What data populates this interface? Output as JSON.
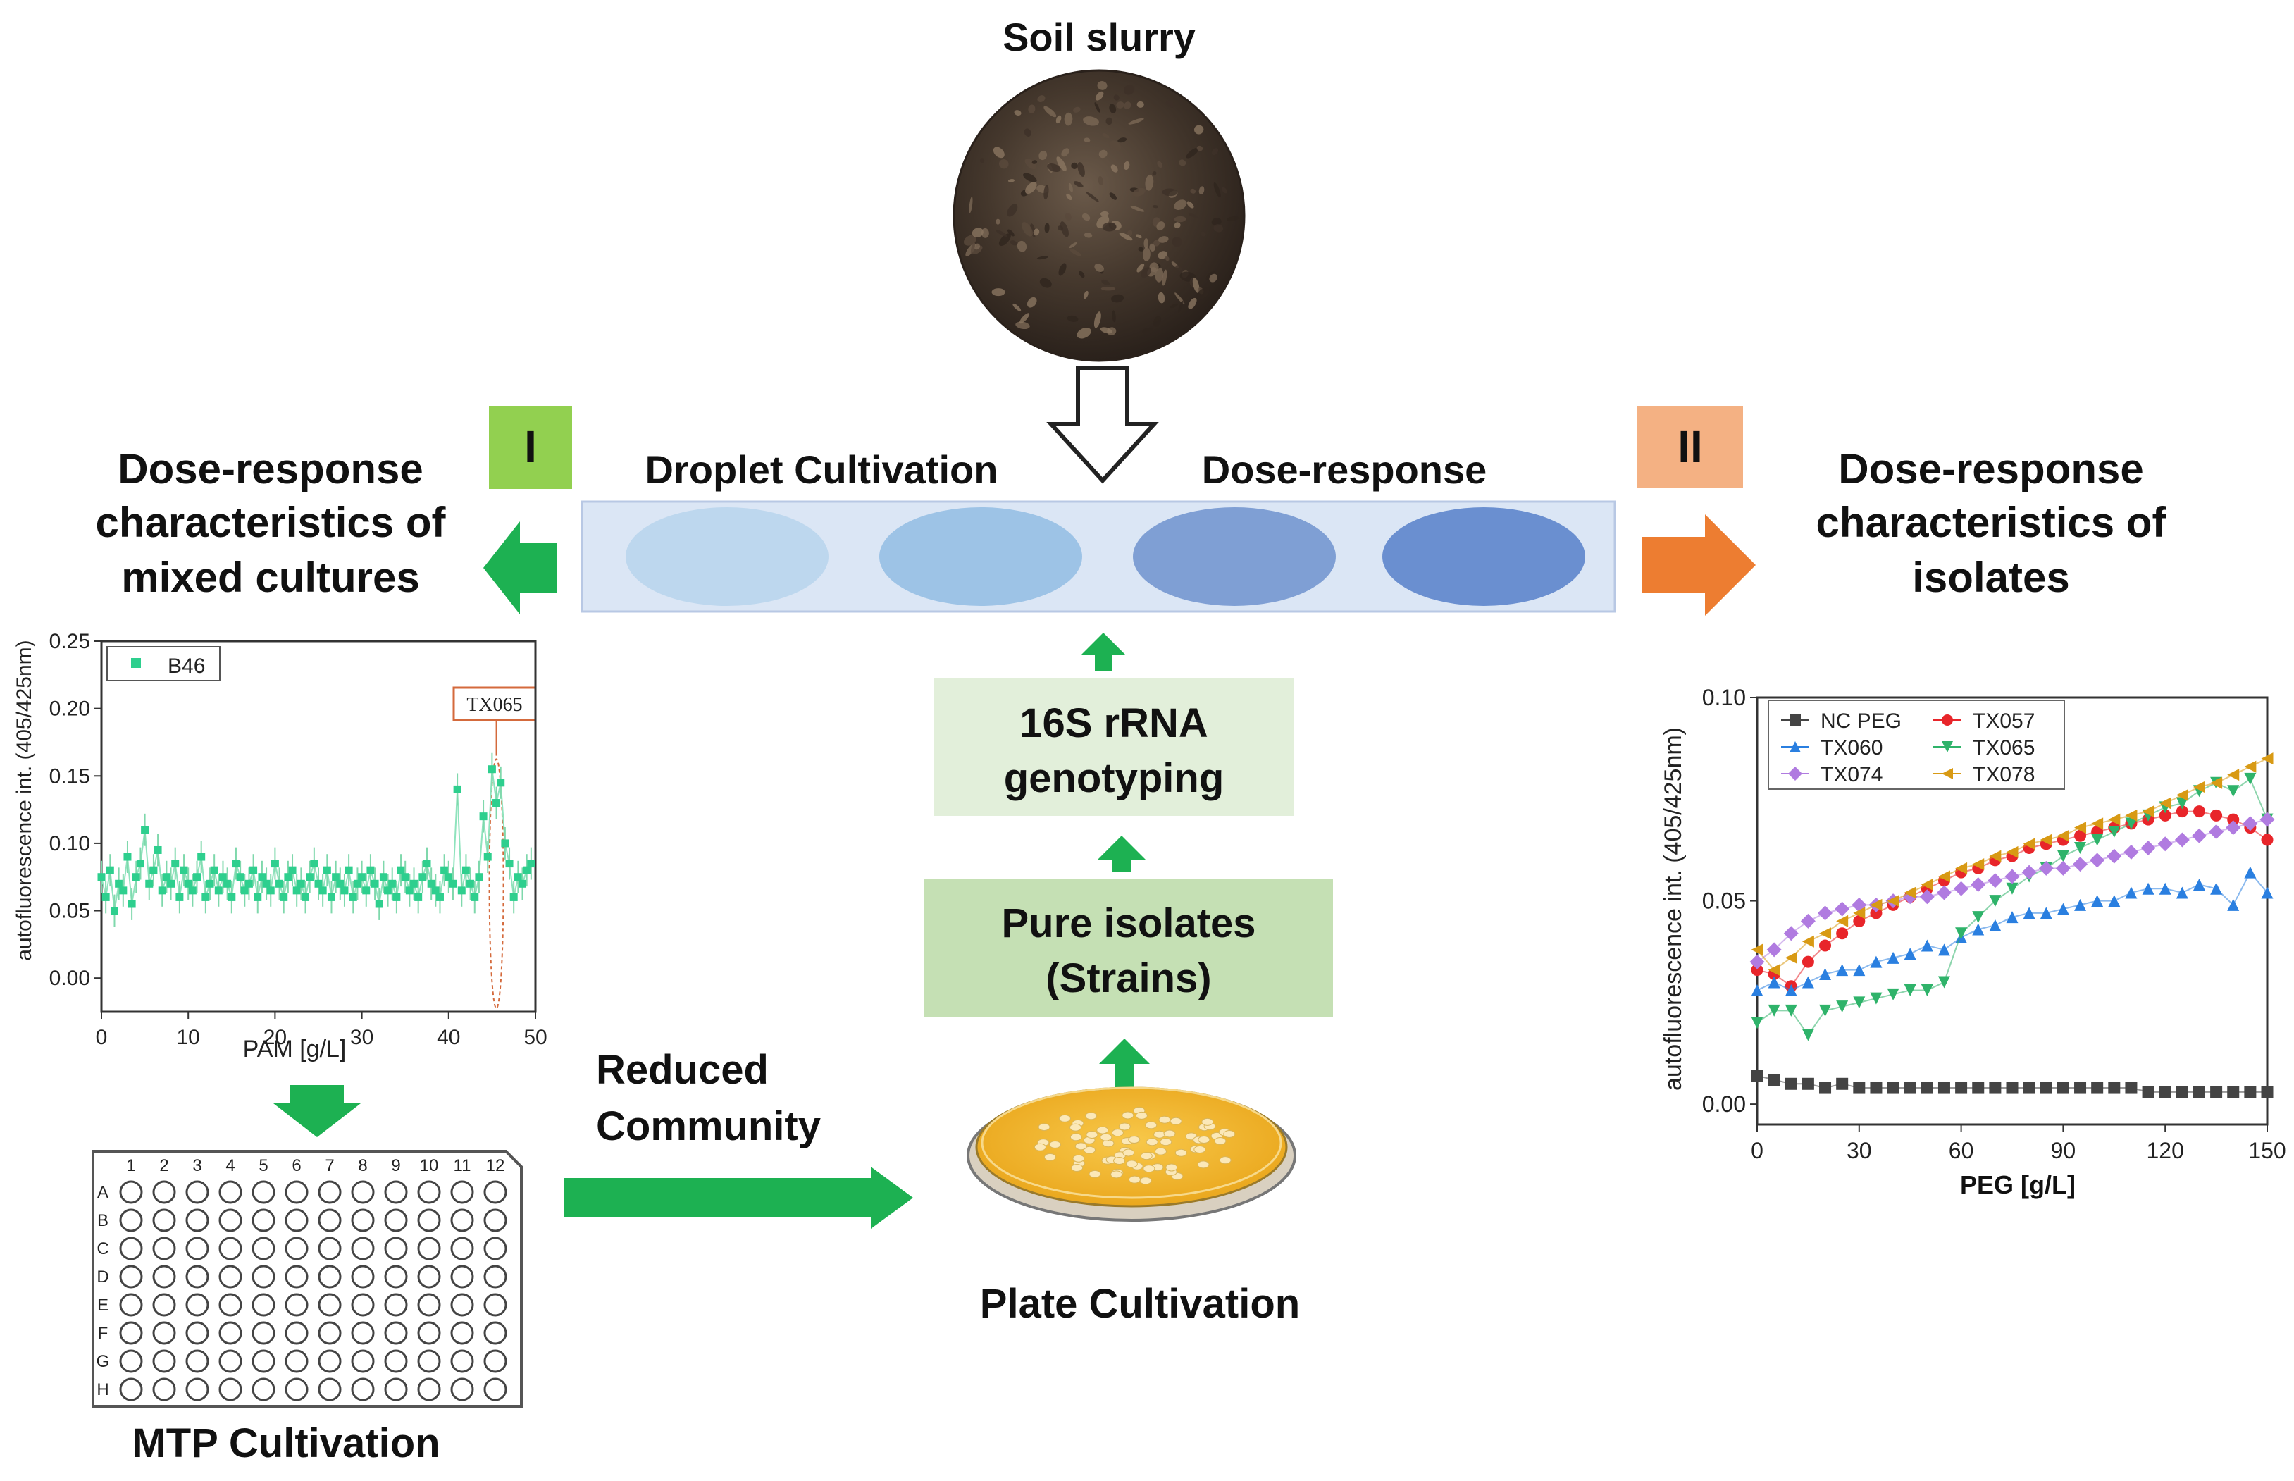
{
  "center": {
    "soil_title": "Soil slurry",
    "droplet_label": "Droplet Cultivation",
    "dose_label": "Dose-response",
    "genotyping_lines": [
      "16S rRNA",
      "genotyping"
    ],
    "isolates_lines": [
      "Pure isolates",
      "(Strains)"
    ],
    "plate_label": "Plate Cultivation",
    "reduced_lines": [
      "Reduced",
      "Community"
    ],
    "mtp_label": "MTP Cultivation"
  },
  "left_panel": {
    "badge": "I",
    "title_lines": [
      "Dose-response",
      "characteristics of",
      "mixed cultures"
    ]
  },
  "right_panel": {
    "badge": "II",
    "title_lines": [
      "Dose-response",
      "characteristics of",
      "isolates"
    ]
  },
  "colors": {
    "green_arrow": "#1db152",
    "orange_arrow": "#ed7d31",
    "badge_green": "#92d050",
    "badge_orange": "#f4b183",
    "droplets": [
      "#bdd7ee",
      "#9dc3e6",
      "#7f9fd4",
      "#6a8fd0"
    ]
  },
  "mtp": {
    "columns": [
      "1",
      "2",
      "3",
      "4",
      "5",
      "6",
      "7",
      "8",
      "9",
      "10",
      "11",
      "12"
    ],
    "rows": [
      "A",
      "B",
      "C",
      "D",
      "E",
      "F",
      "G",
      "H"
    ]
  },
  "chart_data": [
    {
      "type": "scatter",
      "xlabel": "PAM [g/L]",
      "ylabel": "autofluorescence int. (405/425nm)",
      "xlim": [
        0,
        50
      ],
      "ylim": [
        -0.025,
        0.25
      ],
      "xticks": [
        "0",
        "10",
        "20",
        "30",
        "40",
        "50"
      ],
      "yticks": [
        "0.00",
        "0.05",
        "0.10",
        "0.15",
        "0.20",
        "0.25"
      ],
      "legend": [
        "B46"
      ],
      "legend_position": "top-left",
      "annotation": "TX065",
      "series": [
        {
          "name": "B46",
          "color": "#2ecf8e",
          "x": [
            0.0,
            0.5,
            1.0,
            1.5,
            2.0,
            2.5,
            3.0,
            3.5,
            4.0,
            4.5,
            5.0,
            5.5,
            6.0,
            6.5,
            7.0,
            7.5,
            8.0,
            8.5,
            9.0,
            9.5,
            10.0,
            10.5,
            11.0,
            11.5,
            12.0,
            12.5,
            13.0,
            13.5,
            14.0,
            14.5,
            15.0,
            15.5,
            16.0,
            16.5,
            17.0,
            17.5,
            18.0,
            18.5,
            19.0,
            19.5,
            20.0,
            20.5,
            21.0,
            21.5,
            22.0,
            22.5,
            23.0,
            23.5,
            24.0,
            24.5,
            25.0,
            25.5,
            26.0,
            26.5,
            27.0,
            27.5,
            28.0,
            28.5,
            29.0,
            29.5,
            30.0,
            30.5,
            31.0,
            31.5,
            32.0,
            32.5,
            33.0,
            33.5,
            34.0,
            34.5,
            35.0,
            35.5,
            36.0,
            36.5,
            37.0,
            37.5,
            38.0,
            38.5,
            39.0,
            39.5,
            40.0,
            40.5,
            41.0,
            41.5,
            42.0,
            42.5,
            43.0,
            43.5,
            44.0,
            44.5,
            45.0,
            45.5,
            46.0,
            46.5,
            47.0,
            47.5,
            48.0,
            48.5,
            49.0,
            49.5
          ],
          "y": [
            0.075,
            0.06,
            0.08,
            0.05,
            0.07,
            0.065,
            0.09,
            0.055,
            0.075,
            0.085,
            0.11,
            0.07,
            0.08,
            0.095,
            0.065,
            0.075,
            0.07,
            0.085,
            0.06,
            0.08,
            0.07,
            0.065,
            0.075,
            0.09,
            0.06,
            0.07,
            0.08,
            0.065,
            0.075,
            0.07,
            0.06,
            0.085,
            0.075,
            0.065,
            0.07,
            0.08,
            0.06,
            0.075,
            0.07,
            0.065,
            0.085,
            0.07,
            0.06,
            0.075,
            0.08,
            0.065,
            0.07,
            0.06,
            0.075,
            0.085,
            0.07,
            0.065,
            0.08,
            0.06,
            0.075,
            0.07,
            0.065,
            0.08,
            0.06,
            0.07,
            0.075,
            0.065,
            0.08,
            0.07,
            0.055,
            0.075,
            0.065,
            0.07,
            0.06,
            0.08,
            0.075,
            0.065,
            0.07,
            0.06,
            0.075,
            0.085,
            0.07,
            0.065,
            0.06,
            0.08,
            0.075,
            0.07,
            0.14,
            0.065,
            0.08,
            0.07,
            0.06,
            0.075,
            0.12,
            0.09,
            0.155,
            0.13,
            0.145,
            0.1,
            0.085,
            0.06,
            0.075,
            0.07,
            0.08,
            0.085
          ]
        }
      ]
    },
    {
      "type": "line",
      "xlabel": "PEG [g/L]",
      "ylabel": "autofluorescence int. (405/425nm)",
      "xlim": [
        0,
        150
      ],
      "ylim": [
        -0.005,
        0.1
      ],
      "xticks": [
        "0",
        "30",
        "60",
        "90",
        "120",
        "150"
      ],
      "yticks": [
        "0.00",
        "0.05",
        "0.10"
      ],
      "legend_position": "top-left",
      "series": [
        {
          "name": "NC PEG",
          "color": "#444444",
          "marker": "square",
          "x": [
            0,
            5,
            10,
            15,
            20,
            25,
            30,
            35,
            40,
            45,
            50,
            55,
            60,
            65,
            70,
            75,
            80,
            85,
            90,
            95,
            100,
            105,
            110,
            115,
            120,
            125,
            130,
            135,
            140,
            145,
            150
          ],
          "y": [
            0.007,
            0.006,
            0.005,
            0.005,
            0.004,
            0.005,
            0.004,
            0.004,
            0.004,
            0.004,
            0.004,
            0.004,
            0.004,
            0.004,
            0.004,
            0.004,
            0.004,
            0.004,
            0.004,
            0.004,
            0.004,
            0.004,
            0.004,
            0.003,
            0.003,
            0.003,
            0.003,
            0.003,
            0.003,
            0.003,
            0.003
          ]
        },
        {
          "name": "TX057",
          "color": "#e8252a",
          "marker": "circle",
          "x": [
            0,
            5,
            10,
            15,
            20,
            25,
            30,
            35,
            40,
            45,
            50,
            55,
            60,
            65,
            70,
            75,
            80,
            85,
            90,
            95,
            100,
            105,
            110,
            115,
            120,
            125,
            130,
            135,
            140,
            145,
            150
          ],
          "y": [
            0.033,
            0.032,
            0.029,
            0.035,
            0.039,
            0.042,
            0.045,
            0.047,
            0.049,
            0.051,
            0.053,
            0.055,
            0.057,
            0.058,
            0.06,
            0.061,
            0.063,
            0.064,
            0.065,
            0.066,
            0.067,
            0.068,
            0.069,
            0.07,
            0.071,
            0.072,
            0.072,
            0.071,
            0.07,
            0.068,
            0.065
          ]
        },
        {
          "name": "TX060",
          "color": "#2a7fe0",
          "marker": "triangle-up",
          "x": [
            0,
            5,
            10,
            15,
            20,
            25,
            30,
            35,
            40,
            45,
            50,
            55,
            60,
            65,
            70,
            75,
            80,
            85,
            90,
            95,
            100,
            105,
            110,
            115,
            120,
            125,
            130,
            135,
            140,
            145,
            150
          ],
          "y": [
            0.028,
            0.03,
            0.028,
            0.03,
            0.032,
            0.033,
            0.033,
            0.035,
            0.036,
            0.037,
            0.039,
            0.038,
            0.041,
            0.043,
            0.044,
            0.046,
            0.047,
            0.047,
            0.048,
            0.049,
            0.05,
            0.05,
            0.052,
            0.053,
            0.053,
            0.052,
            0.054,
            0.053,
            0.049,
            0.057,
            0.052
          ]
        },
        {
          "name": "TX065",
          "color": "#2fb36a",
          "marker": "triangle-down",
          "x": [
            0,
            5,
            10,
            15,
            20,
            25,
            30,
            35,
            40,
            45,
            50,
            55,
            60,
            65,
            70,
            75,
            80,
            85,
            90,
            95,
            100,
            105,
            110,
            115,
            120,
            125,
            130,
            135,
            140,
            145,
            150
          ],
          "y": [
            0.02,
            0.023,
            0.023,
            0.017,
            0.023,
            0.024,
            0.025,
            0.026,
            0.027,
            0.028,
            0.028,
            0.03,
            0.042,
            0.046,
            0.05,
            0.053,
            0.056,
            0.058,
            0.061,
            0.063,
            0.065,
            0.067,
            0.069,
            0.071,
            0.073,
            0.074,
            0.077,
            0.079,
            0.077,
            0.08,
            0.07
          ]
        },
        {
          "name": "TX074",
          "color": "#b07be0",
          "marker": "diamond",
          "x": [
            0,
            5,
            10,
            15,
            20,
            25,
            30,
            35,
            40,
            45,
            50,
            55,
            60,
            65,
            70,
            75,
            80,
            85,
            90,
            95,
            100,
            105,
            110,
            115,
            120,
            125,
            130,
            135,
            140,
            145,
            150
          ],
          "y": [
            0.035,
            0.038,
            0.042,
            0.045,
            0.047,
            0.048,
            0.049,
            0.049,
            0.05,
            0.051,
            0.051,
            0.052,
            0.053,
            0.054,
            0.055,
            0.056,
            0.057,
            0.058,
            0.058,
            0.059,
            0.06,
            0.061,
            0.062,
            0.063,
            0.064,
            0.065,
            0.066,
            0.067,
            0.068,
            0.069,
            0.07
          ]
        },
        {
          "name": "TX078",
          "color": "#d89a14",
          "marker": "triangle-left",
          "x": [
            0,
            5,
            10,
            15,
            20,
            25,
            30,
            35,
            40,
            45,
            50,
            55,
            60,
            65,
            70,
            75,
            80,
            85,
            90,
            95,
            100,
            105,
            110,
            115,
            120,
            125,
            130,
            135,
            140,
            145,
            150
          ],
          "y": [
            0.038,
            0.033,
            0.036,
            0.04,
            0.042,
            0.045,
            0.047,
            0.049,
            0.05,
            0.052,
            0.054,
            0.056,
            0.058,
            0.059,
            0.061,
            0.062,
            0.064,
            0.065,
            0.066,
            0.068,
            0.069,
            0.07,
            0.071,
            0.072,
            0.074,
            0.076,
            0.078,
            0.079,
            0.081,
            0.083,
            0.085
          ]
        }
      ]
    }
  ]
}
